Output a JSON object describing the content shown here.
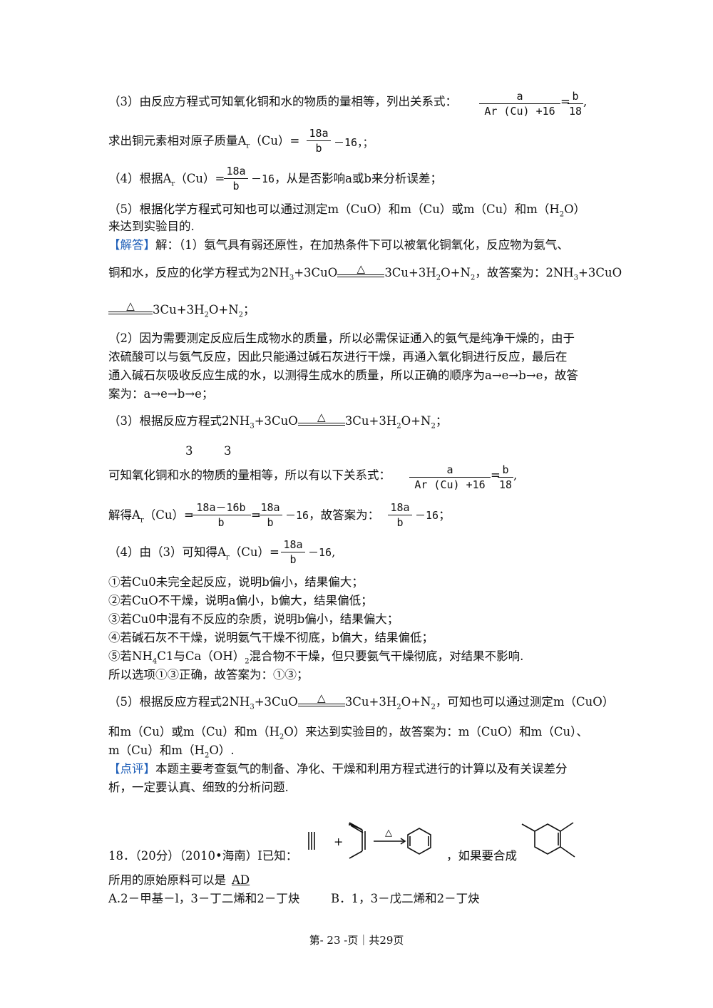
{
  "p3_line": "（3）由反应方程式可知氧化铜和水的物质的量相等，列出关系式：",
  "frac_a": "a",
  "frac_ar": "Ar (Cu) +16",
  "frac_eq": "=",
  "frac_b": "b",
  "frac_18": "18",
  "comma": ",",
  "p3b_line": "求出铜元素相对原子质量A",
  "sub_r": "r",
  "cu_eq": "（Cu）=",
  "f18a": "18a",
  "fb": "b",
  "minus16": "－16",
  "tail_semicolon": "，；",
  "p4_line_a": "（4）根据A",
  "p4_tail": "，从是否影响a或b来分析误差；",
  "p5_line1": "（5）根据化学方程式可知也可以通过测定m（CuO）和m（Cu）或m（Cu）和m（H",
  "p5_line1_sub": "2",
  "p5_line1_end": "O）",
  "p5_line2": "来达到实验目的.",
  "jieda_tag": "【解答】",
  "jieda_line1": "解：（1）氨气具有弱还原性，在加热条件下可以被氧化铜氧化，反应物为氨气、",
  "jieda_line2a": "铜和水，反应的化学方程式为2NH",
  "three": "3",
  "plus3cuo": "+3CuO",
  "tri": "△",
  "eq_right": "3Cu+3H",
  "two": "2",
  "o_plus_n": "O+N",
  "answer_prefix": "，故答案为：2NH",
  "line2b_end": "+3CuO",
  "semi": "；",
  "p2_l1": "（2）因为需要测定反应后生成物水的质量，所以必需保证通入的氨气是纯净干燥的，由于",
  "p2_l2": "浓硫酸可以与氨气反应，因此只能通过碱石灰进行干燥，再通入氧化铜进行反应，最后在",
  "p2_l3": "通入碱石灰吸收反应生成的水，以测得生成水的质量，所以正确的顺序为a→e→b→e，故答",
  "p2_l4": "案为：a→e→b→e；",
  "p3s_a": "（3）根据反应方程式2NH",
  "coef_3a": "3",
  "coef_3b": "3",
  "p3s_rel": "可知氧化铜和水的物质的量相等，所以有以下关系式：",
  "jiede": "解得A",
  "f18a16b": "18a－16b",
  "answer_eq": "，故答案为：",
  "p4s": "（4）由（3）可知得A",
  "item1": "①若Cu0未完全起反应，说明b偏小，结果偏大；",
  "item2": "②若CuO不干燥，说明a偏小，b偏大，结果偏低；",
  "item3": "③若Cu0中混有不反应的杂质，说明b偏小，结果偏大；",
  "item4": "④若碱石灰不干燥，说明氨气干燥不彻底，b偏大，结果偏低；",
  "item5a": "⑤若NH",
  "item5b": "C1与Ca（OH）",
  "item5c": "混合物不干燥，但只要氨气干燥彻底，对结果不影响.",
  "four": "4",
  "choose": "所以选项①③正确，故答案为：①③；",
  "p5s_a": "（5）根据反应方程式2NH",
  "p5s_tail": "，可知也可以通过测定m（CuO）",
  "p5s_l2a": "和m（Cu）或m（Cu）和m（H",
  "p5s_l2b": "O）来达到实验目的，故答案为：m（CuO）和m（Cu）、",
  "p5s_l3a": "m（Cu）和m（H",
  "p5s_l3b": "O）.",
  "dianping_tag": "【点评】",
  "dianping_l1": "本题主要考查氨气的制备、净化、干燥和利用方程式进行的计算以及有关误差分",
  "dianping_l2": "析，一定要认真、细致的分析问题.",
  "q18_a": "18．（20分）（2010•海南）I已知：",
  "q18_plus": "+",
  "q18_mid": "，如果要合成",
  "q18_l2": "所用的原始原料可以是",
  "q18_ans": "AD",
  "optA": "A.2－甲基－l，3－丁二烯和2－丁炔",
  "optB": "B．1，3－戊二烯和2－丁炔",
  "footer": "第- 23 -页｜共29页"
}
